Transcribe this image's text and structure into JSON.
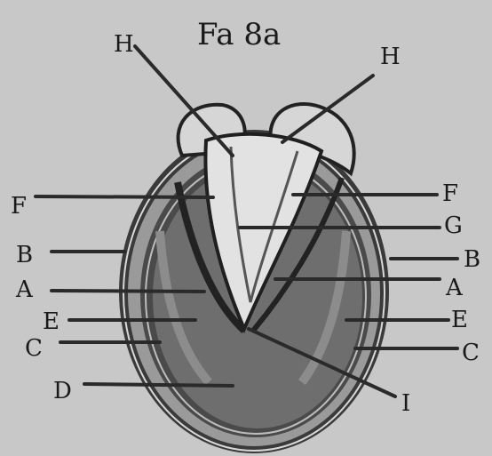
{
  "figure": {
    "title": "Fa 8a",
    "labels": {
      "h_left": "H",
      "h_right": "H",
      "f_left": "F",
      "f_right": "F",
      "g_right": "G",
      "b_left": "B",
      "b_right": "B",
      "a_left": "A",
      "a_right": "A",
      "e_left": "E",
      "e_right": "E",
      "c_left": "C",
      "c_right": "C",
      "d_left": "D",
      "i_bottom": "I"
    }
  }
}
